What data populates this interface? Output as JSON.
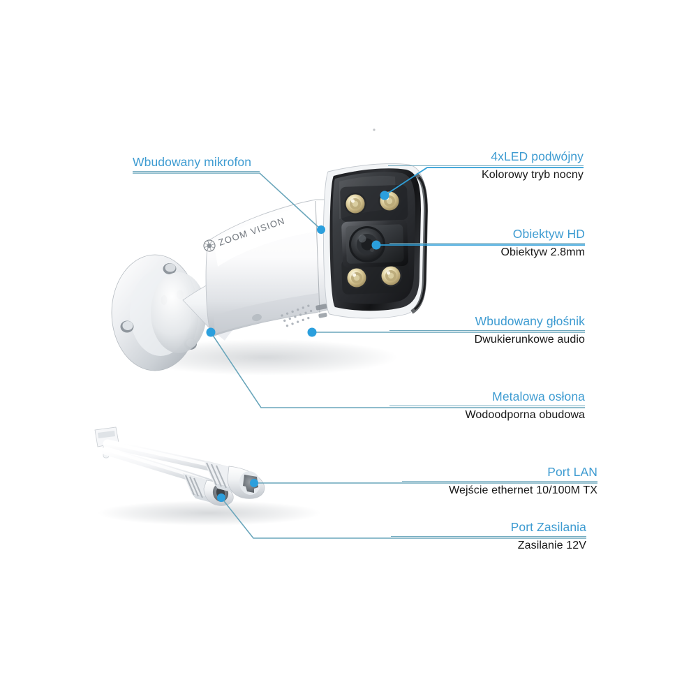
{
  "product": {
    "brand_logo_text": "ZOOM VISION",
    "type": "bullet-security-camera-diagram"
  },
  "callouts": [
    {
      "id": "microphone",
      "title": "Wbudowany mikrofon",
      "subtitle": "",
      "side": "left",
      "title_color": "#3d9bd1"
    },
    {
      "id": "led",
      "title": "4xLED podwójny",
      "subtitle": "Kolorowy tryb nocny",
      "side": "right",
      "title_color": "#3d9bd1"
    },
    {
      "id": "lens",
      "title": "Obiektyw HD",
      "subtitle": "Obiektyw 2.8mm",
      "side": "right",
      "title_color": "#3d9bd1"
    },
    {
      "id": "speaker",
      "title": "Wbudowany głośnik",
      "subtitle": "Dwukierunkowe audio",
      "side": "right",
      "title_color": "#3d9bd1"
    },
    {
      "id": "shield",
      "title": "Metalowa osłona",
      "subtitle": "Wodoodporna obudowa",
      "side": "right",
      "title_color": "#3d9bd1"
    },
    {
      "id": "lan",
      "title": "Port LAN",
      "subtitle": "Wejście ethernet 10/100M TX",
      "side": "right",
      "title_color": "#3d9bd1"
    },
    {
      "id": "power",
      "title": "Port Zasilania",
      "subtitle": "Zasilanie 12V",
      "side": "right",
      "title_color": "#3d9bd1"
    }
  ],
  "theme": {
    "leader_line_color": "#6aa6bb",
    "leader_dot_color": "#2b9fdd",
    "background": "#ffffff",
    "subtitle_color": "#161616"
  }
}
